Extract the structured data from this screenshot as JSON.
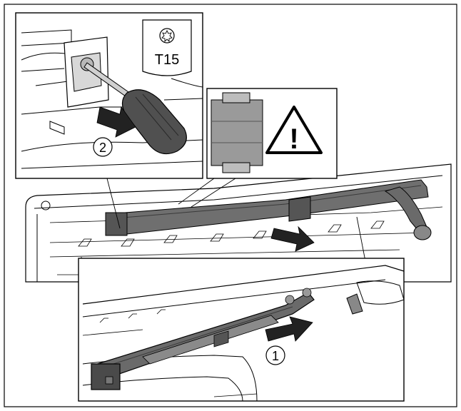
{
  "tool": {
    "icon": "torx-icon",
    "size_label": "T15"
  },
  "steps": [
    {
      "number": "1"
    },
    {
      "number": "2"
    }
  ],
  "warning": {
    "icon": "warning-triangle-icon",
    "symbol": "!"
  },
  "colors": {
    "line": "#000000",
    "part_dark": "#4a4a4a",
    "part_mid": "#7a7a7a",
    "part_light": "#b5b5b5",
    "background": "#ffffff"
  }
}
